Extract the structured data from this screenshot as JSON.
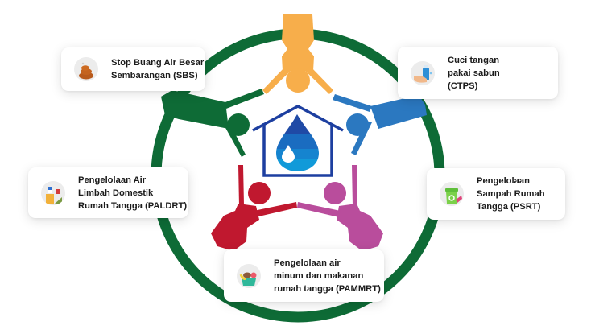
{
  "diagram": {
    "title": "",
    "center": {
      "icon": "house-water-drop-icon"
    },
    "colors": {
      "ring": "#0e6b36",
      "orange": "#f7ae4b",
      "blue": "#2b78c0",
      "green": "#0e6b36",
      "red": "#c0182f",
      "magenta": "#b94d9c",
      "house": "#1d3fa0",
      "drop_dark": "#1f5cb0",
      "drop_mid": "#1a74c6",
      "drop_light": "#119ad9"
    },
    "pillars": [
      {
        "id": "sbs",
        "icon": "poop-icon",
        "lines": [
          "Stop Buang Air Besar",
          "Sembarangan (SBS)"
        ]
      },
      {
        "id": "ctps",
        "icon": "hand-washing-icon",
        "lines": [
          "Cuci tangan",
          "pakai sabun",
          "(CTPS)"
        ]
      },
      {
        "id": "paldrt",
        "icon": "wastewater-icon",
        "lines": [
          "Pengelolaan Air",
          "Limbah Domestik",
          "Rumah Tangga (PALDRT)"
        ]
      },
      {
        "id": "psrt",
        "icon": "recycle-bin-icon",
        "lines": [
          "Pengelolaan",
          "Sampah Rumah",
          "Tangga (PSRT)"
        ]
      },
      {
        "id": "pammrt",
        "icon": "food-basket-icon",
        "lines": [
          "Pengelolaan air",
          "minum dan makanan",
          "rumah tangga (PAMMRT)"
        ]
      }
    ]
  }
}
